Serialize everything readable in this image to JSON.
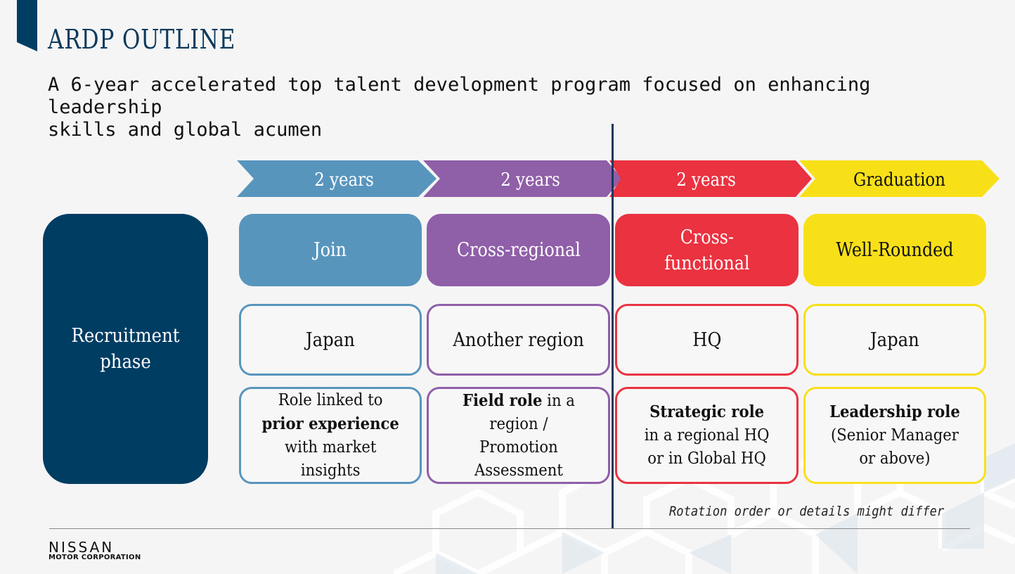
{
  "header": {
    "title": "ARDP OUTLINE",
    "subtitle_line1": "A 6-year accelerated top talent development program focused on enhancing leadership",
    "subtitle_line2": "skills and global acumen"
  },
  "colors": {
    "navy": "#003d63",
    "blue": "#5895bd",
    "purple": "#8f5fa8",
    "red": "#ea3240",
    "yellow": "#f8e019"
  },
  "timeline": [
    {
      "label": "2 years",
      "color": "#5895bd"
    },
    {
      "label": "2 years",
      "color": "#8f5fa8"
    },
    {
      "label": "2 years",
      "color": "#ea3240"
    },
    {
      "label": "Graduation",
      "color": "#f8e019"
    }
  ],
  "recruitment": {
    "line1": "Recruitment",
    "line2": "phase"
  },
  "phases": [
    {
      "name_line1": "Join",
      "name_line2": "",
      "location": "Japan",
      "role": [
        {
          "bold": "",
          "text": "Role linked to"
        },
        {
          "bold": "prior experience",
          "text": ""
        },
        {
          "bold": "",
          "text": "with market"
        },
        {
          "bold": "",
          "text": "insights"
        }
      ]
    },
    {
      "name_line1": "Cross-regional",
      "name_line2": "",
      "location": "Another region",
      "role": [
        {
          "bold": "Field role",
          "text": " in a"
        },
        {
          "bold": "",
          "text": "region /"
        },
        {
          "bold": "",
          "text": "Promotion"
        },
        {
          "bold": "",
          "text": "Assessment"
        }
      ]
    },
    {
      "name_line1": "Cross-",
      "name_line2": "functional",
      "location": "HQ",
      "role": [
        {
          "bold": "Strategic role",
          "text": ""
        },
        {
          "bold": "",
          "text": "in a regional HQ"
        },
        {
          "bold": "",
          "text": "or in Global HQ"
        }
      ]
    },
    {
      "name_line1": "Well-Rounded",
      "name_line2": "",
      "location": "Japan",
      "role": [
        {
          "bold": "Leadership role",
          "text": ""
        },
        {
          "bold": "",
          "text": "(Senior Manager"
        },
        {
          "bold": "",
          "text": "or above)"
        }
      ]
    }
  ],
  "note": "Rotation order or details might differ",
  "footer": {
    "logo": "NISSAN",
    "logo_sub": "MOTOR CORPORATION"
  }
}
